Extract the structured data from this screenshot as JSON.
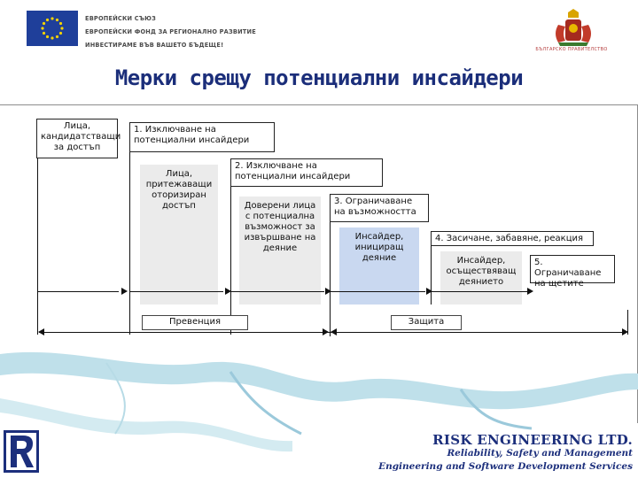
{
  "header": {
    "eu_lines": [
      "ЕВРОПЕЙСКИ СЪЮЗ",
      "ЕВРОПЕЙСКИ ФОНД ЗА РЕГИОНАЛНО РАЗВИТИЕ",
      "ИНВЕСТИРАМЕ ВЪВ ВАШЕТО БЪДЕЩЕ!"
    ],
    "crest_caption": "БЪЛГАРСКО ПРАВИТЕЛСТВО"
  },
  "title": "Мерки срещу потенциални инсайдери",
  "diagram": {
    "columns": [
      {
        "label": "Лица, кандидатстващи за достъп"
      },
      {
        "label": "Лица, притежаващи оторизиран достъп"
      },
      {
        "label": "Доверени лица с потенциална възможност за извършване на деяние"
      },
      {
        "label": "Инсайдер, инициращ деяние"
      },
      {
        "label": "Инсайдер, осъществяващ деянието"
      }
    ],
    "measures": [
      {
        "label": "1. Изключване на потенциални инсайдери"
      },
      {
        "label": "2. Изключване на потенциални инсайдери"
      },
      {
        "label": "3. Ограничаване на възможността"
      },
      {
        "label": "4. Засичане, забавяне, реакция"
      },
      {
        "label": "5. Ограничаване на щетите"
      }
    ],
    "phases": {
      "prevention": "Превенция",
      "protection": "Защита"
    }
  },
  "footer": {
    "company": "RISK ENGINEERING LTD.",
    "tagline1": "Reliability, Safety and Management",
    "tagline2": "Engineering and Software Development Services"
  },
  "colors": {
    "title": "#1b2e7a",
    "eu_blue": "#1f3f9a",
    "column_grey": "#ebebeb",
    "column_blue": "#c9d8f0",
    "company_blue": "#1c2f7c"
  }
}
